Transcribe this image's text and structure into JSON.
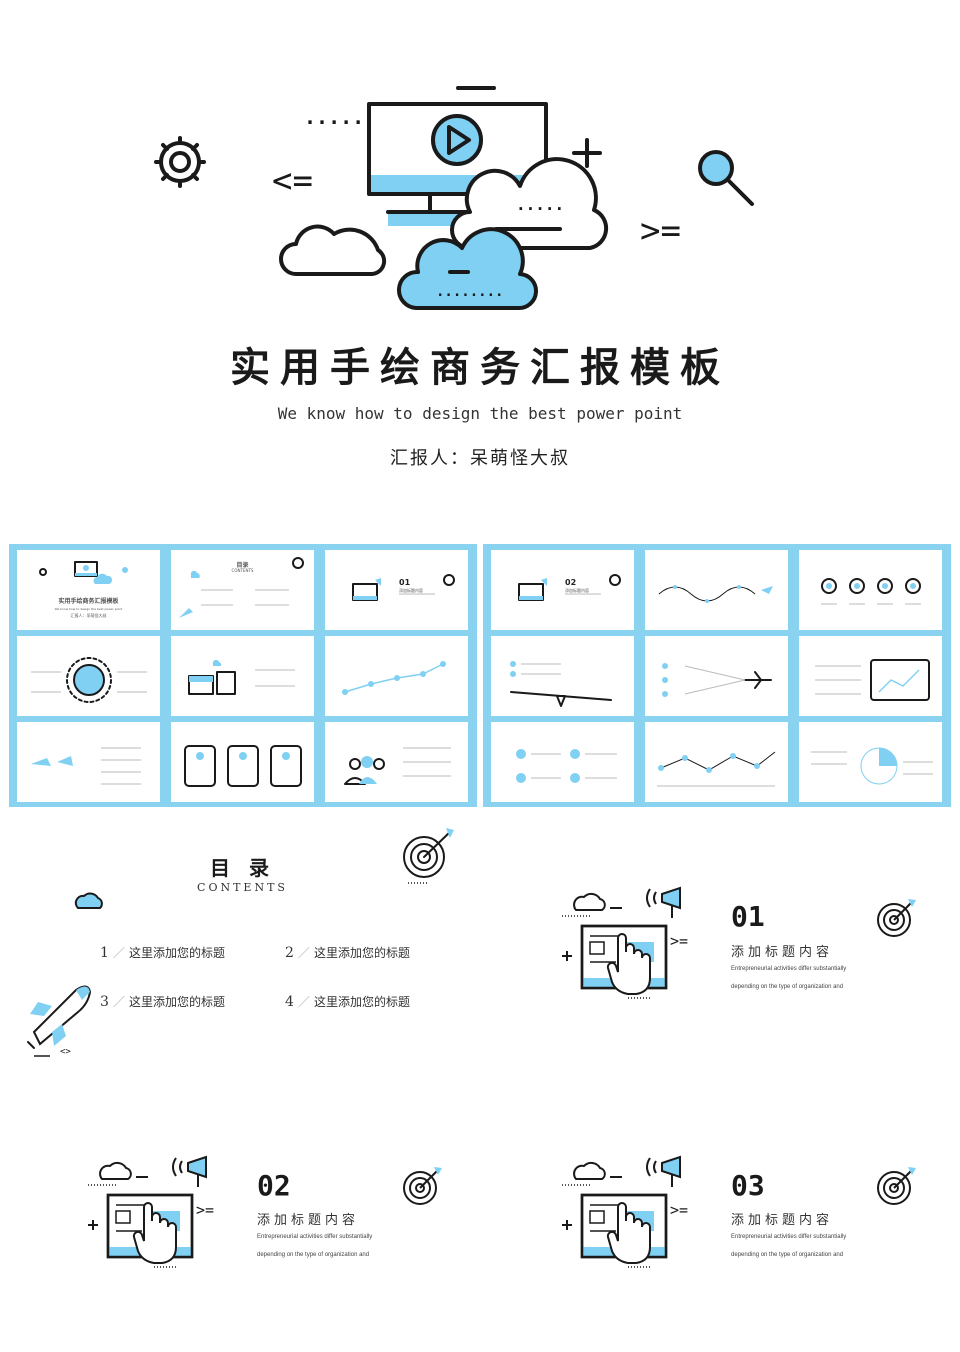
{
  "cover": {
    "title": "实用手绘商务汇报模板",
    "subtitle": "We know how to design the best power point",
    "reporter": "汇报人：呆萌怪大叔"
  },
  "thumbnails": {
    "cover_title": "实用手绘商务汇报模板",
    "cover_sub": "We know how to design the best power point",
    "cover_reporter": "汇报人：呆萌怪大叔",
    "toc_title": "目录",
    "toc_contents": "CONTENTS",
    "section1_num": "01",
    "section2_num": "02",
    "section_title": "添加标题内容"
  },
  "toc": {
    "title": "目 录",
    "contents": "CONTENTS",
    "items": [
      {
        "num": "1",
        "label": "这里添加您的标题"
      },
      {
        "num": "2",
        "label": "这里添加您的标题"
      },
      {
        "num": "3",
        "label": "这里添加您的标题"
      },
      {
        "num": "4",
        "label": "这里添加您的标题"
      }
    ]
  },
  "sections": [
    {
      "num": "01",
      "title": "添加标题内容",
      "desc1": "Entrepreneurial activities differ substantially",
      "desc2": "depending on the type of organization and"
    },
    {
      "num": "02",
      "title": "添加标题内容",
      "desc1": "Entrepreneurial activities differ substantially",
      "desc2": "depending on the type of organization and"
    },
    {
      "num": "03",
      "title": "添加标题内容",
      "desc1": "Entrepreneurial activities differ substantially",
      "desc2": "depending on the type of organization and"
    }
  ],
  "colors": {
    "accent": "#7fd0f2",
    "panel": "#89d3f1",
    "ink": "#1a1a1a"
  }
}
